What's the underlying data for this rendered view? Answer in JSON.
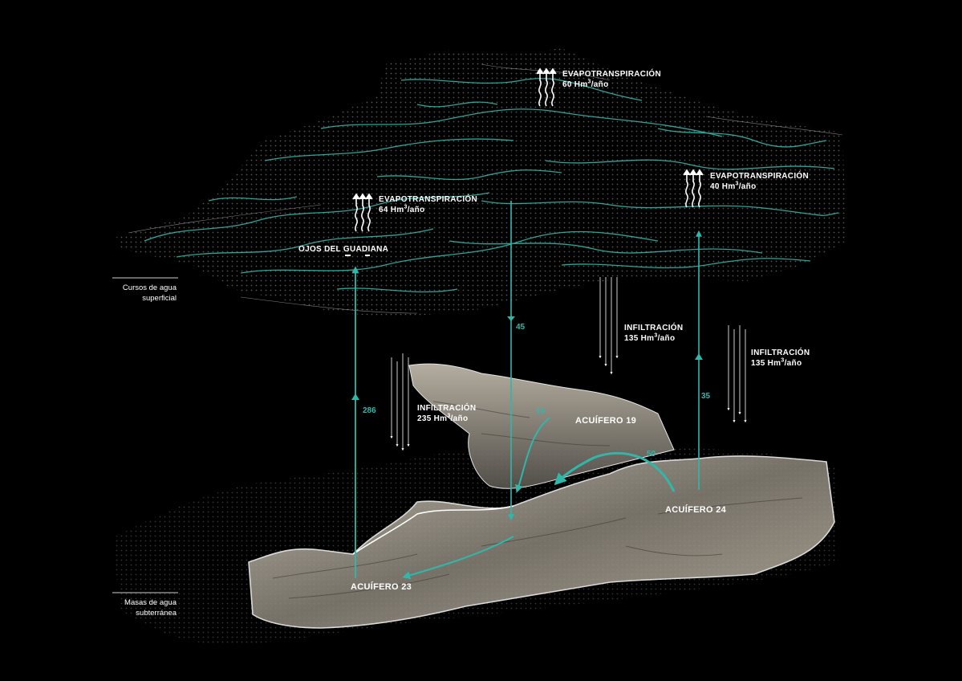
{
  "colors": {
    "background": "#000000",
    "accent": "#2fb8aa",
    "terrain_light": "#cfc6b6",
    "text": "#ffffff"
  },
  "layers": {
    "surface": {
      "line1": "Cursos de agua",
      "line2": "superficial"
    },
    "groundwater": {
      "line1": "Masas de agua",
      "line2": "subterránea"
    }
  },
  "labels": {
    "ojos": "OJOS DEL GUADIANA",
    "evapo_1": {
      "title": "EVAPOTRANSPIRACIÓN",
      "value": "64 Hm",
      "unit": "/año",
      "exp": "3"
    },
    "evapo_2": {
      "title": "EVAPOTRANSPIRACIÓN",
      "value": "60 Hm",
      "unit": "/año",
      "exp": "3"
    },
    "evapo_3": {
      "title": "EVAPOTRANSPIRACIÓN",
      "value": "40 Hm",
      "unit": "/año",
      "exp": "3"
    },
    "infil_1": {
      "title": "INFILTRACIÓN",
      "value": "135 Hm",
      "unit": "/año",
      "exp": "3"
    },
    "infil_2": {
      "title": "INFILTRACIÓN",
      "value": "135 Hm",
      "unit": "/año",
      "exp": "3"
    },
    "infil_3": {
      "title": "INFILTRACIÓN",
      "value": "235 Hm",
      "unit": "/año",
      "exp": "3"
    }
  },
  "flows": {
    "f286": "286",
    "f45": "45",
    "f35": "35",
    "f10": "10",
    "f50": "50"
  },
  "aquifers": {
    "a19": "ACUÍFERO 19",
    "a24": "ACUÍFERO 24",
    "a23": "ACUÍFERO 23"
  },
  "icons": {
    "evapotranspiration": "wavy-up-arrows-icon",
    "infiltration": "down-arrows-icon"
  }
}
